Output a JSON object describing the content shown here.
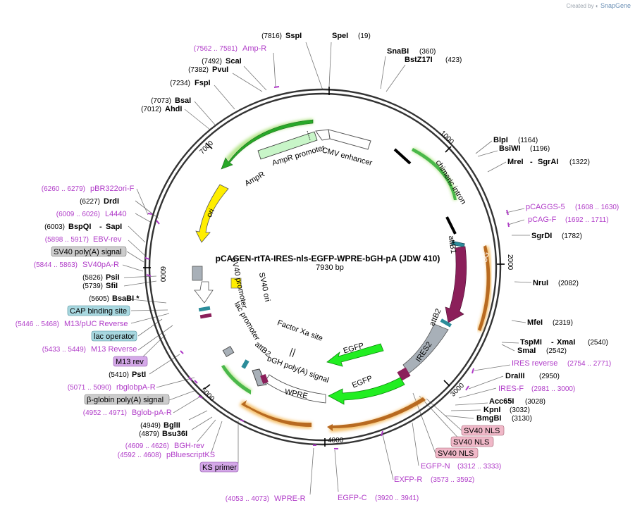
{
  "credit": {
    "prefix": "Created by",
    "brand": "SnapGene"
  },
  "plasmid": {
    "name": "pCAGEN-rtTA-IRES-nls-EGFP-WPRE-bGH-pA (JDW 410)",
    "size": "7930 bp"
  },
  "ticks": [
    "1000",
    "2000",
    "3000",
    "4000",
    "5000",
    "6000",
    "7000"
  ],
  "colors": {
    "backbone": "#333333",
    "amp": "#c8f5c8",
    "ori": "#ffee00",
    "tet": "#8b1f5a",
    "egfp": "#22ee22",
    "ires": "#a8b0b8",
    "primer": "#b03cc8",
    "cds_glow_orange": "#f5c06a",
    "cds_glow_green": "#b5e58a"
  },
  "sites": [
    {
      "name": "SspI",
      "pos": "(7816)"
    },
    {
      "name": "SpeI",
      "pos": "(19)"
    },
    {
      "name": "SnaBI",
      "pos": "(360)"
    },
    {
      "name": "BstZ17I",
      "pos": "(423)"
    },
    {
      "name": "BlpI",
      "pos": "(1164)"
    },
    {
      "name": "BsiWI",
      "pos": "(1196)"
    },
    {
      "name": "MreI",
      "pos": ""
    },
    {
      "name": "SgrAI",
      "pos": "(1322)"
    },
    {
      "name": "SgrDI",
      "pos": "(1782)"
    },
    {
      "name": "NruI",
      "pos": "(2082)"
    },
    {
      "name": "MfeI",
      "pos": "(2319)"
    },
    {
      "name": "TspMI",
      "pos": ""
    },
    {
      "name": "XmaI",
      "pos": "(2540)"
    },
    {
      "name": "SmaI",
      "pos": "(2542)"
    },
    {
      "name": "DraIII",
      "pos": "(2950)"
    },
    {
      "name": "Acc65I",
      "pos": "(3028)"
    },
    {
      "name": "KpnI",
      "pos": "(3032)"
    },
    {
      "name": "BmgBI",
      "pos": "(3130)"
    },
    {
      "name": "BglII",
      "pos": "(4949)"
    },
    {
      "name": "Bsu36I",
      "pos": "(4879)"
    },
    {
      "name": "PstI",
      "pos": "(5410)"
    },
    {
      "name": "BsaBI *",
      "pos": "(5605)"
    },
    {
      "name": "SfiI",
      "pos": "(5739)"
    },
    {
      "name": "PsiI",
      "pos": "(5826)"
    },
    {
      "name": "BspQI",
      "pos": "(6003)"
    },
    {
      "name": "SapI",
      "pos": ""
    },
    {
      "name": "DrdI",
      "pos": "(6227)"
    },
    {
      "name": "AhdI",
      "pos": "(7012)"
    },
    {
      "name": "BsaI",
      "pos": "(7073)"
    },
    {
      "name": "FspI",
      "pos": "(7234)"
    },
    {
      "name": "PvuI",
      "pos": "(7382)"
    },
    {
      "name": "ScaI",
      "pos": "(7492)"
    }
  ],
  "primers": [
    {
      "name": "Amp-R",
      "range": "(7562 .. 7581)"
    },
    {
      "name": "pCAGGS-5",
      "range": "(1608 .. 1630)"
    },
    {
      "name": "pCAG-F",
      "range": "(1692 .. 1711)"
    },
    {
      "name": "IRES reverse",
      "range": "(2754 .. 2771)"
    },
    {
      "name": "IRES-F",
      "range": "(2981 .. 3000)"
    },
    {
      "name": "EGFP-N",
      "range": "(3312 .. 3333)"
    },
    {
      "name": "EXFP-R",
      "range": "(3573 .. 3592)"
    },
    {
      "name": "EGFP-C",
      "range": "(3920 .. 3941)"
    },
    {
      "name": "WPRE-R",
      "range": "(4053 .. 4073)"
    },
    {
      "name": "pBluescriptKS",
      "range": "(4592 .. 4608)"
    },
    {
      "name": "BGH-rev",
      "range": "(4609 .. 4626)"
    },
    {
      "name": "Bglob-pA-R",
      "range": "(4952 .. 4971)"
    },
    {
      "name": "rbglobpA-R",
      "range": "(5071 .. 5090)"
    },
    {
      "name": "M13 Reverse",
      "range": "(5433 .. 5449)"
    },
    {
      "name": "M13/pUC Reverse",
      "range": "(5446 .. 5468)"
    },
    {
      "name": "SV40pA-R",
      "range": "(5844 .. 5863)"
    },
    {
      "name": "EBV-rev",
      "range": "(5898 .. 5917)"
    },
    {
      "name": "L4440",
      "range": "(6009 .. 6026)"
    },
    {
      "name": "pBR322ori-F",
      "range": "(6260 .. 6279)"
    }
  ],
  "boxed_features": [
    {
      "name": "SV40 poly(A) signal"
    },
    {
      "name": "CAP binding site"
    },
    {
      "name": "lac operator"
    },
    {
      "name": "M13 rev"
    },
    {
      "name": "β-globin poly(A) signal"
    },
    {
      "name": "KS primer"
    },
    {
      "name": "SV40 NLS"
    },
    {
      "name": "SV40 NLS"
    },
    {
      "name": "SV40 NLS"
    }
  ],
  "features": [
    {
      "name": "CMV enhancer"
    },
    {
      "name": "AmpR promoter"
    },
    {
      "name": "AmpR"
    },
    {
      "name": "ori"
    },
    {
      "name": "chimeric intron"
    },
    {
      "name": "attB1"
    },
    {
      "name": "Tet-On® 3G"
    },
    {
      "name": "attB2"
    },
    {
      "name": "IRES2"
    },
    {
      "name": "EGFP"
    },
    {
      "name": "EGFP"
    },
    {
      "name": "Factor Xa site"
    },
    {
      "name": "WPRE"
    },
    {
      "name": "bGH poly(A) signal"
    },
    {
      "name": "attB2"
    },
    {
      "name": "lac promoter"
    },
    {
      "name": "SV40 promoter"
    },
    {
      "name": "SV40 ori"
    }
  ]
}
